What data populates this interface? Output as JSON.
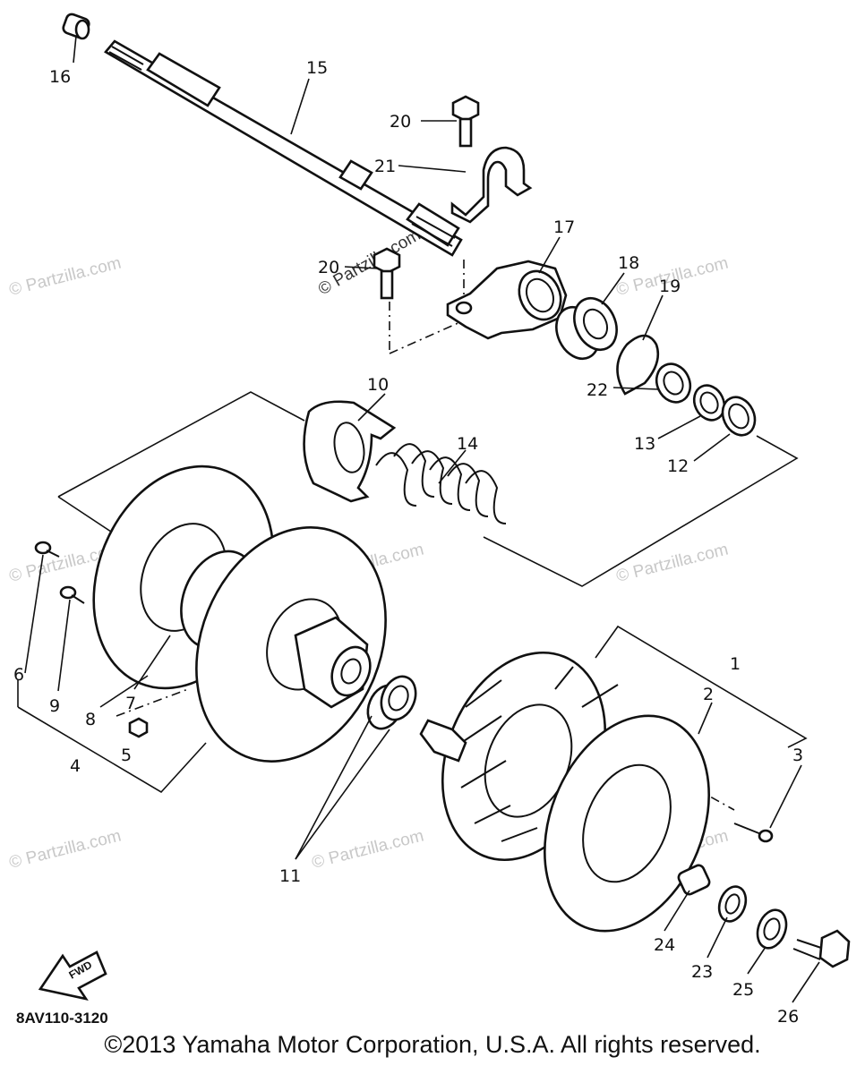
{
  "diagram": {
    "drawing_code": "8AV110-3120",
    "watermark_text": "© Partzilla.com",
    "arrow_label": "FWD",
    "copyright": "©2013 Yamaha Motor Corporation, U.S.A. All rights reserved."
  },
  "callouts": [
    "1",
    "2",
    "3",
    "4",
    "5",
    "6",
    "7",
    "8",
    "9",
    "10",
    "11",
    "12",
    "13",
    "14",
    "15",
    "16",
    "17",
    "18",
    "19",
    "20",
    "21",
    "22",
    "23",
    "24",
    "25",
    "26"
  ]
}
